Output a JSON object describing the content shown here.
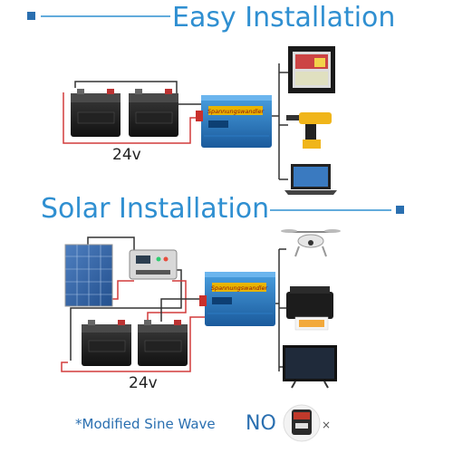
{
  "sections": {
    "easy": {
      "title": "Easy Installation",
      "voltage": "24v"
    },
    "solar": {
      "title": "Solar Installation",
      "voltage": "24v"
    }
  },
  "inverter": {
    "brand_label": "Spannungswandler"
  },
  "footer": {
    "note": "*Modified Sine Wave",
    "no_label": "NO",
    "cross": "×"
  },
  "colors": {
    "accent": "#2f8fd1",
    "wire_red": "#d23b3b",
    "wire_dark": "#333333",
    "inverter_blue": "#1f6db3"
  },
  "icons": [
    "fridge-icon",
    "drill-icon",
    "laptop-icon",
    "drone-icon",
    "printer-icon",
    "tv-icon",
    "coffee-machine-icon",
    "battery-icon",
    "solar-panel-icon",
    "charge-controller-icon",
    "inverter-icon"
  ]
}
